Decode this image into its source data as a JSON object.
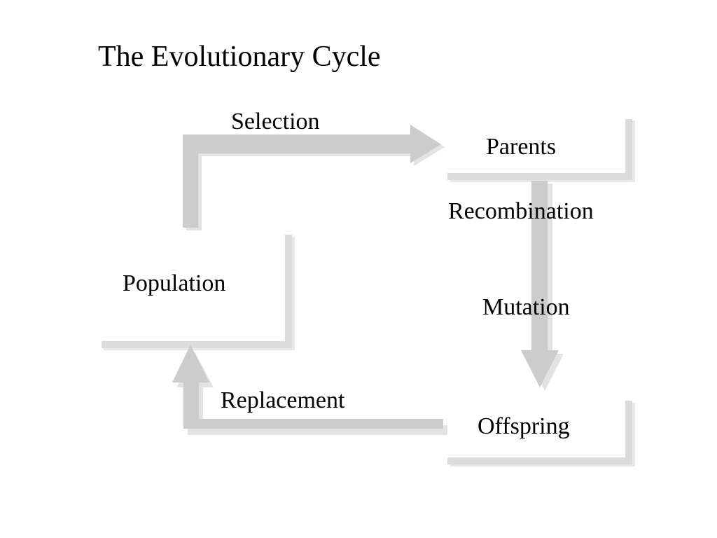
{
  "slide": {
    "title": "The Evolutionary Cycle",
    "background_color": "#ffffff",
    "text_color": "#000000"
  },
  "diagram": {
    "type": "cycle-flow",
    "arrow_fill_color": "#cccccc",
    "arrow_shadow_color": "#e3e3e3",
    "bracket_color": "#dcdcdc",
    "nodes": [
      {
        "id": "population",
        "label": "Population",
        "bracket": "right-bottom"
      },
      {
        "id": "parents",
        "label": "Parents",
        "bracket": "right-bottom"
      },
      {
        "id": "offspring",
        "label": "Offspring",
        "bracket": "right-bottom"
      }
    ],
    "edges": [
      {
        "id": "selection",
        "label": "Selection",
        "from": "population",
        "to": "parents",
        "shape": "elbow-up-right"
      },
      {
        "id": "recombination",
        "label": "Recombination",
        "from": "parents",
        "to": "offspring",
        "shape": "down"
      },
      {
        "id": "mutation",
        "label": "Mutation",
        "from": "parents",
        "to": "offspring",
        "shape": "down"
      },
      {
        "id": "replacement",
        "label": "Replacement",
        "from": "offspring",
        "to": "population",
        "shape": "elbow-left-up"
      }
    ]
  }
}
